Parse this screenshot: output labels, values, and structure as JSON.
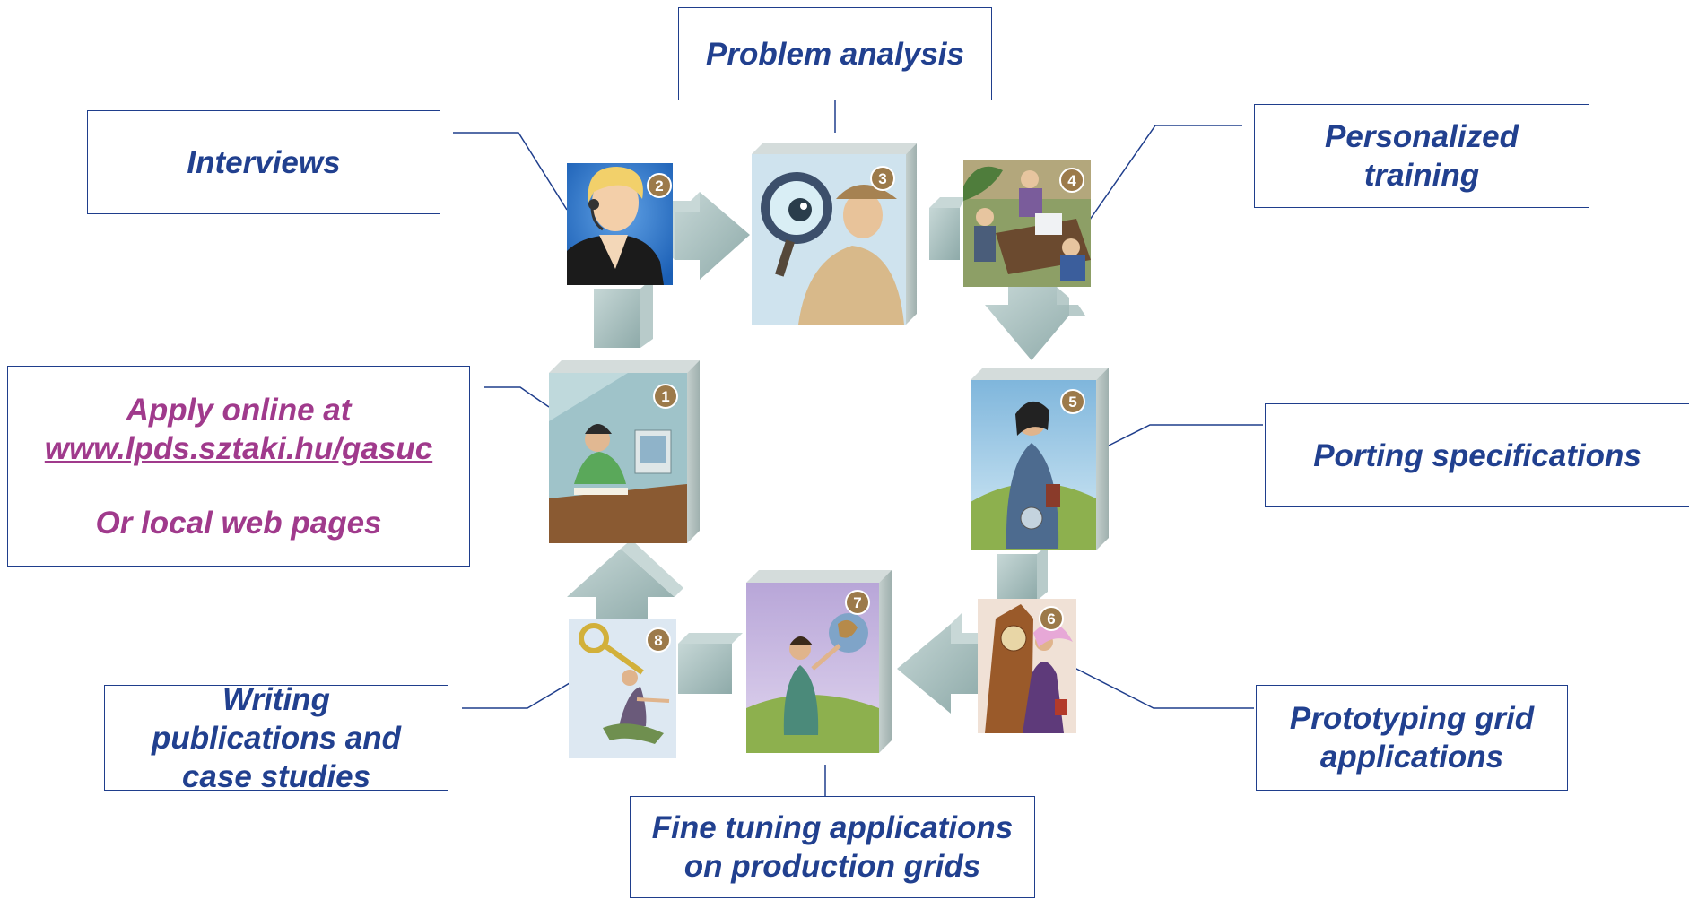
{
  "labels": {
    "problem_analysis": "Problem analysis",
    "interviews": "Interviews",
    "personalized_training": [
      "Personalized",
      "training"
    ],
    "apply": {
      "line1": "Apply online at",
      "link": "www.lpds.sztaki.hu/gasuc",
      "line2": "Or local web pages"
    },
    "porting_specifications": "Porting specifications",
    "writing_publications": [
      "Writing",
      "publications and",
      "case studies"
    ],
    "prototyping": [
      "Prototyping grid",
      "applications"
    ],
    "fine_tuning": [
      "Fine tuning applications",
      "on production grids"
    ]
  },
  "steps": [
    {
      "number": "1",
      "icon": "woman-at-desk-icon"
    },
    {
      "number": "2",
      "icon": "headset-operator-icon"
    },
    {
      "number": "3",
      "icon": "detective-magnifier-icon"
    },
    {
      "number": "4",
      "icon": "meeting-group-icon"
    },
    {
      "number": "5",
      "icon": "woman-with-compass-icon"
    },
    {
      "number": "6",
      "icon": "woman-with-clock-icon"
    },
    {
      "number": "7",
      "icon": "woman-holding-globe-icon"
    },
    {
      "number": "8",
      "icon": "woman-with-key-icon"
    }
  ],
  "colors": {
    "label_text": "#21408f",
    "apply_text": "#a03a8c",
    "box_border": "#1f3e8c",
    "arrow_fill": "#9fb9b9",
    "badge": "#9c7a4a"
  }
}
